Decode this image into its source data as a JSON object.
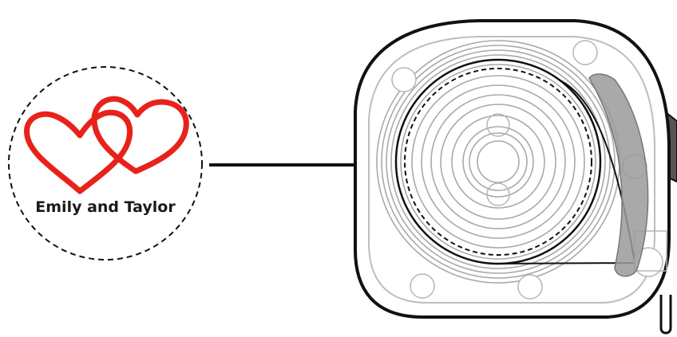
{
  "label": {
    "text": "Emily and Taylor",
    "text_color": "#1a1a1a",
    "heart_color": "#e8221b",
    "border_style": "dashed",
    "icon": "interlocking-hearts-icon"
  },
  "tape_measure": {
    "body_outline": "#111111",
    "ring_color": "#a9a9a9",
    "slider_color": "#9a9a9a",
    "tab_color": "#555555"
  },
  "arrow": {
    "direction": "right",
    "color": "#111111"
  }
}
